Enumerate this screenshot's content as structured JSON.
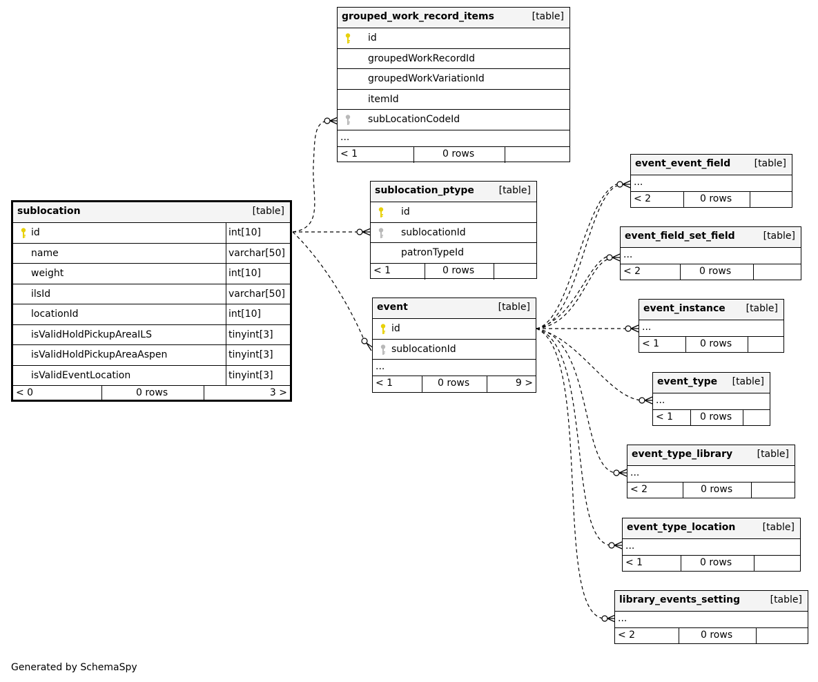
{
  "colors": {
    "pk_key": "#e8d10a",
    "fk_key": "#b9b9b9",
    "header_bg": "#f4f4f4"
  },
  "icons": {
    "pk": "primary-key-icon",
    "fk": "foreign-key-icon"
  },
  "generated_by": "Generated by SchemaSpy",
  "tables": {
    "sublocation": {
      "name": "sublocation",
      "type": "[table]",
      "columns": [
        {
          "name": "id",
          "type": "int[10]",
          "key": "pk"
        },
        {
          "name": "name",
          "type": "varchar[50]",
          "key": ""
        },
        {
          "name": "weight",
          "type": "int[10]",
          "key": ""
        },
        {
          "name": "ilsId",
          "type": "varchar[50]",
          "key": ""
        },
        {
          "name": "locationId",
          "type": "int[10]",
          "key": ""
        },
        {
          "name": "isValidHoldPickupAreaILS",
          "type": "tinyint[3]",
          "key": ""
        },
        {
          "name": "isValidHoldPickupAreaAspen",
          "type": "tinyint[3]",
          "key": ""
        },
        {
          "name": "isValidEventLocation",
          "type": "tinyint[3]",
          "key": ""
        }
      ],
      "footer": {
        "parents": "< 0",
        "rows": "0 rows",
        "children": "3 >"
      }
    },
    "grouped_work_record_items": {
      "name": "grouped_work_record_items",
      "type": "[table]",
      "columns": [
        {
          "name": "id",
          "key": "pk"
        },
        {
          "name": "groupedWorkRecordId",
          "key": ""
        },
        {
          "name": "groupedWorkVariationId",
          "key": ""
        },
        {
          "name": "itemId",
          "key": ""
        },
        {
          "name": "subLocationCodeId",
          "key": "fk"
        }
      ],
      "more": "...",
      "footer": {
        "parents": "< 1",
        "rows": "0 rows",
        "children": ""
      }
    },
    "sublocation_ptype": {
      "name": "sublocation_ptype",
      "type": "[table]",
      "columns": [
        {
          "name": "id",
          "key": "pk"
        },
        {
          "name": "sublocationId",
          "key": "fk"
        },
        {
          "name": "patronTypeId",
          "key": ""
        }
      ],
      "footer": {
        "parents": "< 1",
        "rows": "0 rows",
        "children": ""
      }
    },
    "event": {
      "name": "event",
      "type": "[table]",
      "columns": [
        {
          "name": "id",
          "key": "pk"
        },
        {
          "name": "sublocationId",
          "key": "fk"
        }
      ],
      "more": "...",
      "footer": {
        "parents": "< 1",
        "rows": "0 rows",
        "children": "9 >"
      }
    },
    "event_event_field": {
      "name": "event_event_field",
      "type": "[table]",
      "more": "...",
      "footer": {
        "parents": "< 2",
        "rows": "0 rows",
        "children": ""
      }
    },
    "event_field_set_field": {
      "name": "event_field_set_field",
      "type": "[table]",
      "more": "...",
      "footer": {
        "parents": "< 2",
        "rows": "0 rows",
        "children": ""
      }
    },
    "event_instance": {
      "name": "event_instance",
      "type": "[table]",
      "more": "...",
      "footer": {
        "parents": "< 1",
        "rows": "0 rows",
        "children": ""
      }
    },
    "event_type": {
      "name": "event_type",
      "type": "[table]",
      "more": "...",
      "footer": {
        "parents": "< 1",
        "rows": "0 rows",
        "children": ""
      }
    },
    "event_type_library": {
      "name": "event_type_library",
      "type": "[table]",
      "more": "...",
      "footer": {
        "parents": "< 2",
        "rows": "0 rows",
        "children": ""
      }
    },
    "event_type_location": {
      "name": "event_type_location",
      "type": "[table]",
      "more": "...",
      "footer": {
        "parents": "< 1",
        "rows": "0 rows",
        "children": ""
      }
    },
    "library_events_setting": {
      "name": "library_events_setting",
      "type": "[table]",
      "more": "...",
      "footer": {
        "parents": "< 2",
        "rows": "0 rows",
        "children": ""
      }
    }
  }
}
